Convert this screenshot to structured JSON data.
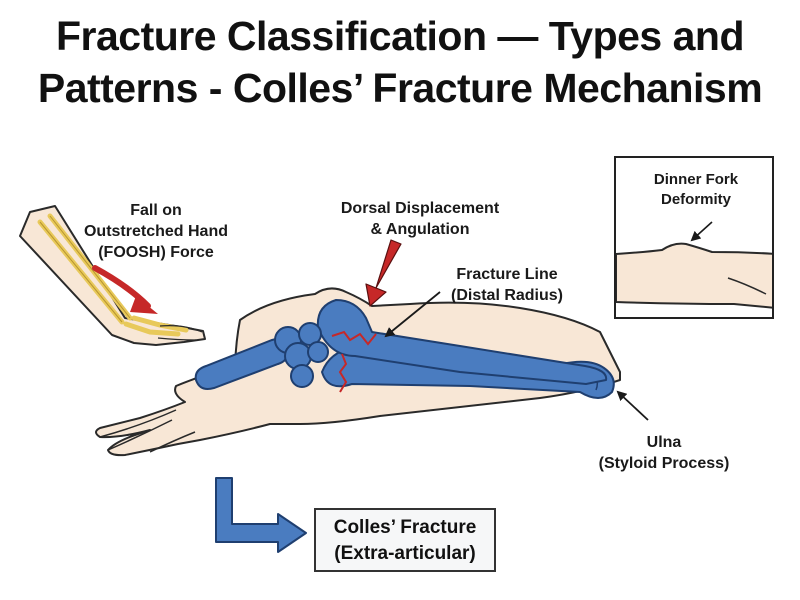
{
  "title": {
    "line1": "Fracture Classification — Types and",
    "line2": "Patterns - Colles’ Fracture Mechanism"
  },
  "labels": {
    "foosh": [
      "Fall on",
      "Outstretched Hand",
      "(FOOSH) Force"
    ],
    "dorsal": [
      "Dorsal Displacement",
      "& Angulation"
    ],
    "fracture_line": [
      "Fracture Line",
      "(Distal Radius)"
    ],
    "ulna": [
      "Ulna",
      "(Styloid Process)"
    ],
    "dinner_fork": [
      "Dinner Fork",
      "Deformity"
    ],
    "result": [
      "Colles’ Fracture",
      "(Extra-articular)"
    ]
  },
  "colors": {
    "bone": "#4a7cc0",
    "skin": "#f8e7d6",
    "outline": "#2a2a2a",
    "fracture": "#c62828",
    "arrow_red": "#c62828",
    "arrow_blue": "#4a7cc0",
    "small_bones": "#f2e08a"
  },
  "icons": [
    "curved-force-arrow-icon",
    "down-arrow-icon",
    "pointer-arrow-icon",
    "elbow-arrow-icon"
  ]
}
